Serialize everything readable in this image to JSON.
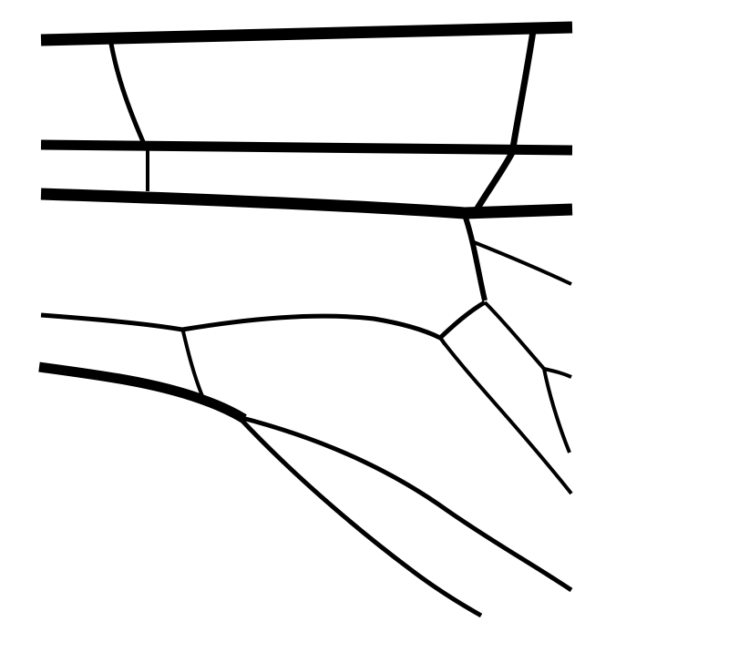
{
  "figure": {
    "kind": "insect wing venation line drawing",
    "background_color": "#ffffff",
    "ink_color": "#000000",
    "veins": [
      {
        "id": "costa",
        "role": "longitudinal"
      },
      {
        "id": "subcosta",
        "role": "longitudinal"
      },
      {
        "id": "radius",
        "role": "longitudinal"
      },
      {
        "id": "crossvein-proximal-upper",
        "role": "crossvein"
      },
      {
        "id": "crossvein-proximal-lower",
        "role": "crossvein"
      },
      {
        "id": "crossvein-distal-upper",
        "role": "crossvein"
      },
      {
        "id": "crossvein-distal-lower",
        "role": "crossvein"
      },
      {
        "id": "radial-stem-descending",
        "role": "branch"
      },
      {
        "id": "radial-branch-upper",
        "role": "branch"
      },
      {
        "id": "medial-stem",
        "role": "longitudinal"
      },
      {
        "id": "cubital-stem",
        "role": "longitudinal"
      },
      {
        "id": "basal-crossvein",
        "role": "crossvein"
      },
      {
        "id": "fork-link",
        "role": "crossvein"
      },
      {
        "id": "medial-fork-branch-a",
        "role": "branch"
      },
      {
        "id": "medial-fork-branch-b",
        "role": "branch"
      },
      {
        "id": "medial-fork-branch-c",
        "role": "branch"
      },
      {
        "id": "medial-fork-spur",
        "role": "branch"
      },
      {
        "id": "medial-main-branch",
        "role": "branch"
      },
      {
        "id": "cubital-branch-upper",
        "role": "branch"
      },
      {
        "id": "cubital-branch-lower",
        "role": "branch"
      }
    ]
  }
}
